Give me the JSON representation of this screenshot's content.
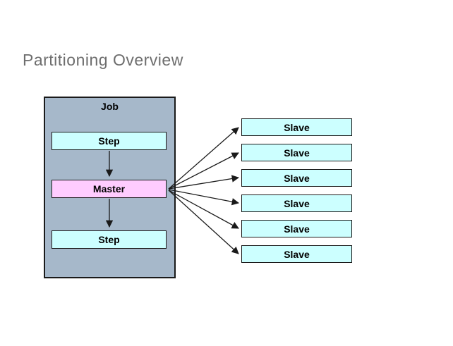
{
  "slide": {
    "title": "Partitioning Overview"
  },
  "diagram": {
    "job": {
      "label": "Job"
    },
    "step_top": {
      "label": "Step"
    },
    "master": {
      "label": "Master"
    },
    "step_bottom": {
      "label": "Step"
    },
    "slaves": [
      {
        "label": "Slave"
      },
      {
        "label": "Slave"
      },
      {
        "label": "Slave"
      },
      {
        "label": "Slave"
      },
      {
        "label": "Slave"
      },
      {
        "label": "Slave"
      }
    ],
    "connections": [
      {
        "from": "step-top",
        "to": "master"
      },
      {
        "from": "master",
        "to": "step-bottom"
      },
      {
        "from": "master",
        "to": "slave-1"
      },
      {
        "from": "master",
        "to": "slave-2"
      },
      {
        "from": "master",
        "to": "slave-3"
      },
      {
        "from": "master",
        "to": "slave-4"
      },
      {
        "from": "master",
        "to": "slave-5"
      },
      {
        "from": "master",
        "to": "slave-6"
      }
    ]
  },
  "colors": {
    "job_fill": "#a6b8ca",
    "step_fill": "#ccffff",
    "master_fill": "#ffccff",
    "slave_fill": "#ccffff",
    "box_border": "#1a1a1a",
    "title_color": "#6e6e6e",
    "arrow_color": "#1a1a1a"
  }
}
